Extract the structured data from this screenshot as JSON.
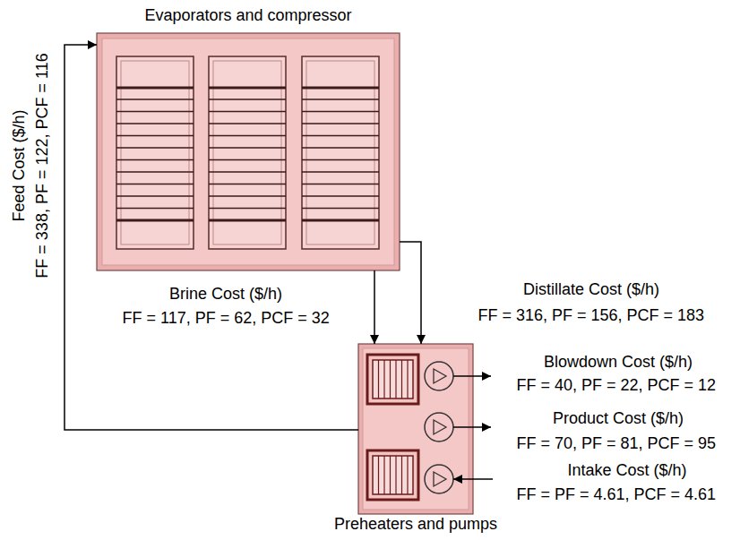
{
  "diagram": {
    "nodes": [
      {
        "text": [
          "Evaporators and compressor"
        ]
      },
      {
        "text": [
          "Preheaters and pumps"
        ]
      }
    ],
    "edges": [
      {
        "from": 0,
        "to": 1,
        "arrow": "to"
      },
      {
        "from": 0,
        "to": 1,
        "arrow": "to"
      },
      {
        "from": 1,
        "to": 0,
        "arrow": "to"
      }
    ],
    "labels": [
      "Feed Cost ($/h)",
      "FF = 338, PF = 122, PCF = 116",
      "Brine Cost ($/h)",
      "FF = 117, PF = 62, PCF = 32",
      "Distillate Cost ($/h)",
      "FF = 316, PF = 156, PCF = 183",
      "Blowdown Cost ($/h)",
      "FF = 40, PF = 22, PCF = 12",
      "Product Cost ($/h)",
      "FF = 70, PF = 81, PCF = 95",
      "Intake Cost ($/h)",
      "FF = PF = 4.61, PCF = 4.61"
    ]
  }
}
